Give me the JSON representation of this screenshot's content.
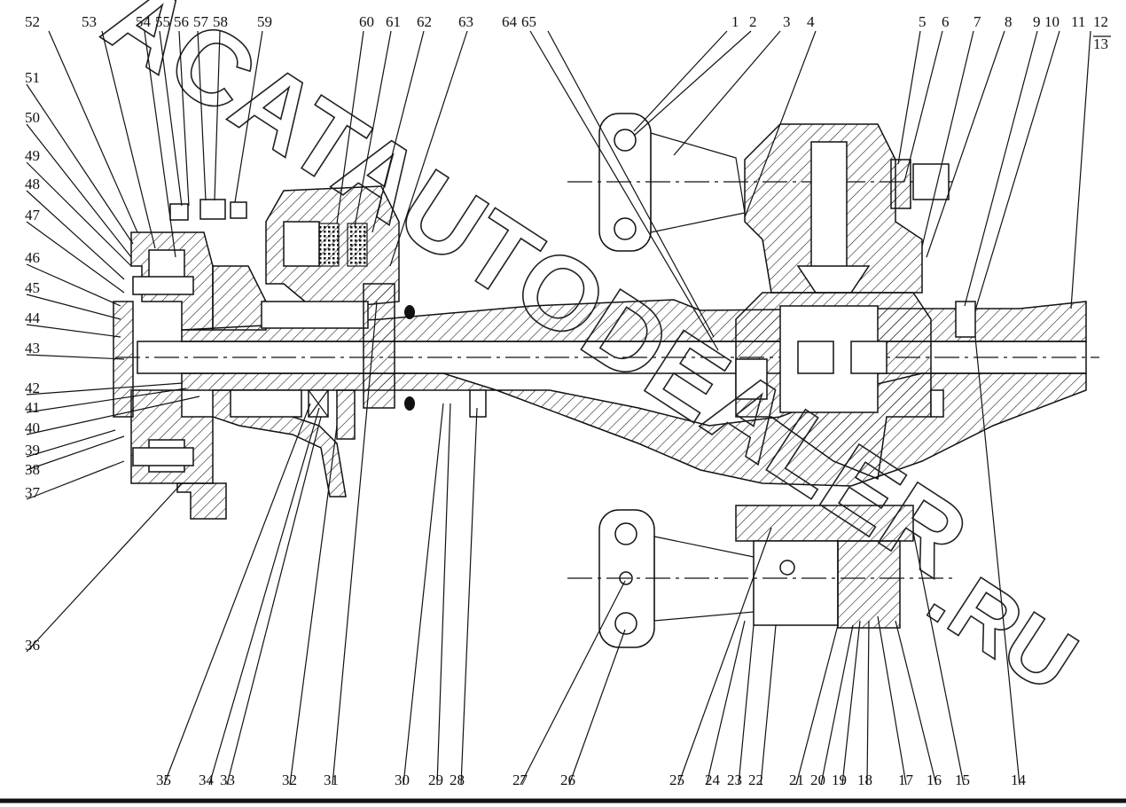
{
  "watermark": {
    "main_text": "ACATAUTODEALER",
    "suffix_text": ".RU"
  },
  "callouts": [
    {
      "num": "1"
    },
    {
      "num": "2"
    },
    {
      "num": "3"
    },
    {
      "num": "4"
    },
    {
      "num": "5"
    },
    {
      "num": "6"
    },
    {
      "num": "7"
    },
    {
      "num": "8"
    },
    {
      "num": "9"
    },
    {
      "num": "10"
    },
    {
      "num": "11"
    },
    {
      "num": "12"
    },
    {
      "num": "13"
    },
    {
      "num": "14"
    },
    {
      "num": "15"
    },
    {
      "num": "16"
    },
    {
      "num": "17"
    },
    {
      "num": "18"
    },
    {
      "num": "19"
    },
    {
      "num": "20"
    },
    {
      "num": "21"
    },
    {
      "num": "22"
    },
    {
      "num": "23"
    },
    {
      "num": "24"
    },
    {
      "num": "25"
    },
    {
      "num": "26"
    },
    {
      "num": "27"
    },
    {
      "num": "28"
    },
    {
      "num": "29"
    },
    {
      "num": "30"
    },
    {
      "num": "31"
    },
    {
      "num": "32"
    },
    {
      "num": "33"
    },
    {
      "num": "34"
    },
    {
      "num": "35"
    },
    {
      "num": "36"
    },
    {
      "num": "37"
    },
    {
      "num": "38"
    },
    {
      "num": "39"
    },
    {
      "num": "40"
    },
    {
      "num": "41"
    },
    {
      "num": "42"
    },
    {
      "num": "43"
    },
    {
      "num": "44"
    },
    {
      "num": "45"
    },
    {
      "num": "46"
    },
    {
      "num": "47"
    },
    {
      "num": "48"
    },
    {
      "num": "49"
    },
    {
      "num": "50"
    },
    {
      "num": "51"
    },
    {
      "num": "52"
    },
    {
      "num": "53"
    },
    {
      "num": "54"
    },
    {
      "num": "55"
    },
    {
      "num": "56"
    },
    {
      "num": "57"
    },
    {
      "num": "58"
    },
    {
      "num": "59"
    },
    {
      "num": "60"
    },
    {
      "num": "61"
    },
    {
      "num": "62"
    },
    {
      "num": "63"
    },
    {
      "num": "64"
    },
    {
      "num": "65"
    }
  ]
}
